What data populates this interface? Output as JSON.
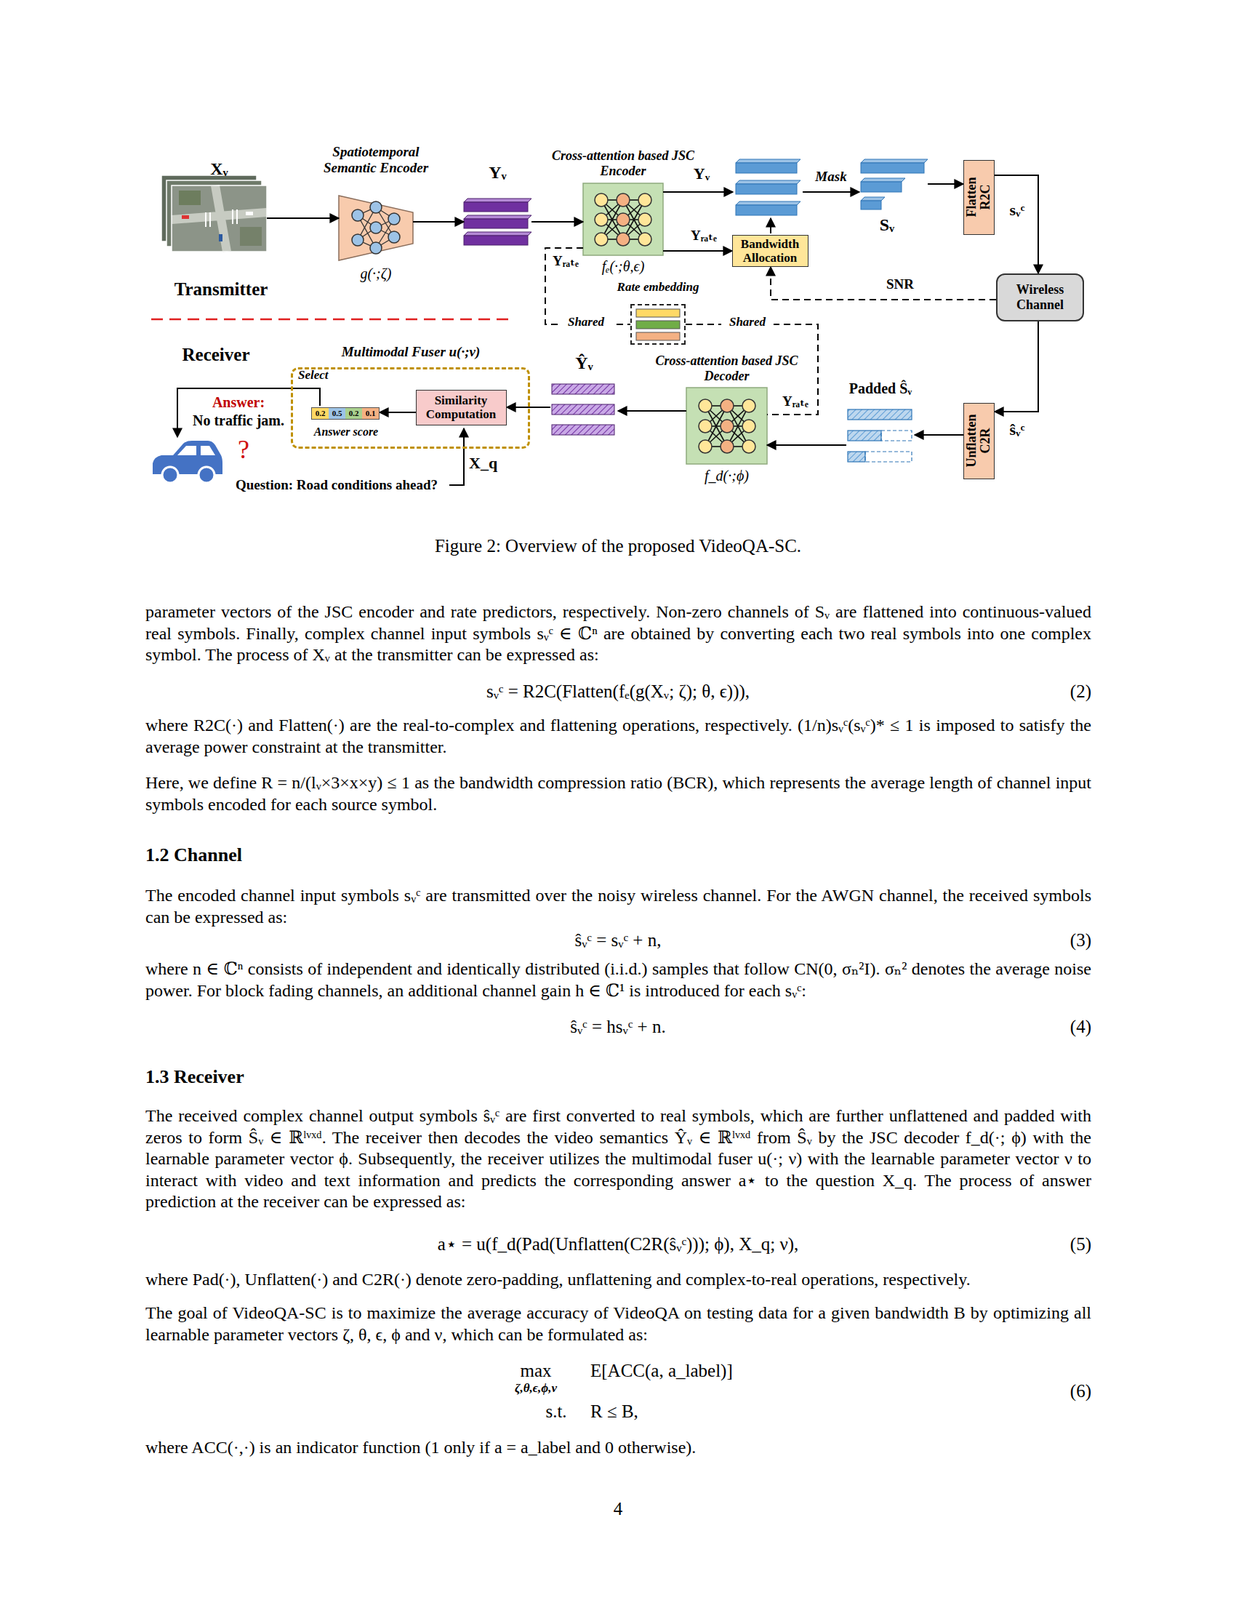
{
  "diagram": {
    "caption": "Figure 2: Overview of the proposed VideoQA-SC.",
    "nodes": [
      {
        "text": [
          "Xᵥ"
        ]
      },
      {
        "text": [
          "Spatiotemporal Semantic Encoder",
          "g(·;ζ)"
        ]
      },
      {
        "text": [
          "Yᵥ"
        ]
      },
      {
        "text": [
          "Cross-attention based JSC Encoder",
          "fₑ(·;θ,ϵ)"
        ]
      },
      {
        "text": [
          "Bandwidth Allocation"
        ]
      },
      {
        "text": [
          "Sᵥ"
        ]
      },
      {
        "text": [
          "Flatten R2C"
        ]
      },
      {
        "text": [
          "Wireless Channel"
        ]
      },
      {
        "text": [
          "Unflatten C2R"
        ]
      },
      {
        "text": [
          "Padded Ŝᵥ"
        ]
      },
      {
        "text": [
          "Cross-attention based JSC Decoder",
          "f_d(·;ϕ)"
        ]
      },
      {
        "text": [
          "Rate embedding"
        ]
      },
      {
        "text": [
          "Ŷᵥ"
        ]
      },
      {
        "text": [
          "Multimodal Fuser u(·;ν)"
        ]
      },
      {
        "text": [
          "Similarity Computation"
        ],
        "in": 13
      },
      {
        "text": [
          "0.2",
          "0.5",
          "0.2",
          "0.1",
          "Answer score"
        ],
        "in": 13
      }
    ],
    "edges": [
      {
        "from": 0,
        "to": 1,
        "arrow": "to"
      },
      {
        "from": 1,
        "to": 2,
        "arrow": "to"
      },
      {
        "from": 2,
        "to": 3,
        "arrow": "to"
      },
      {
        "from": 3,
        "to": 5,
        "label": "Mask",
        "arrow": "to"
      },
      {
        "from": 3,
        "to": 4,
        "label": "Yᵣₐₜₑ",
        "arrow": "to"
      },
      {
        "from": 5,
        "to": 6,
        "arrow": "to"
      },
      {
        "from": 6,
        "to": 7,
        "label": "sᵥᶜ",
        "arrow": "to"
      },
      {
        "from": 7,
        "to": 4,
        "label": "SNR",
        "arrow": "to"
      },
      {
        "from": 7,
        "to": 8,
        "label": "ŝᵥᶜ",
        "arrow": "to"
      },
      {
        "from": 8,
        "to": 9,
        "arrow": "to"
      },
      {
        "from": 9,
        "to": 10,
        "arrow": "to"
      },
      {
        "from": 3,
        "to": 11,
        "label": "Shared",
        "arrow": "none"
      },
      {
        "from": 11,
        "to": 10,
        "label": "Shared",
        "arrow": "none"
      },
      {
        "from": 10,
        "to": 12,
        "arrow": "to"
      },
      {
        "from": 12,
        "to": 14,
        "arrow": "to"
      },
      {
        "from": 14,
        "to": 15,
        "arrow": "to"
      }
    ],
    "labels": [
      "Transmitter",
      "Receiver",
      "Yᵥ",
      "Yᵣₐₜₑ",
      "Yᵣₐₜₑ",
      "Select",
      "Answer:",
      "No traffic jam.",
      "?",
      "X_q",
      "Question: Road conditions ahead?",
      "parameter vectors of the JSC encoder and rate predictors, respectively. Non-zero channels of Sᵥ are flattened into continuous-valued real symbols. Finally, complex channel input symbols sᵥᶜ ∈ ℂⁿ are obtained by converting each two real symbols into one complex symbol. The process of Xᵥ at the transmitter can be expressed as:",
      "sᵥᶜ = R2C(Flatten(fₑ(g(Xᵥ; ζ); θ, ϵ))),",
      "(2)",
      "where R2C(·) and Flatten(·) are the real-to-complex and flattening operations, respectively. (1/n)sᵥᶜ(sᵥᶜ)* ≤ 1 is imposed to satisfy the average power constraint at the transmitter.",
      "Here, we define R = n/(lᵥ×3×x×y) ≤ 1 as the bandwidth compression ratio (BCR), which represents the average length of channel input symbols encoded for each source symbol.",
      "1.2 Channel",
      "The encoded channel input symbols sᵥᶜ are transmitted over the noisy wireless channel. For the AWGN channel, the received symbols can be expressed as:",
      "ŝᵥᶜ = sᵥᶜ + n,",
      "(3)",
      "where n ∈ ℂⁿ consists of independent and identically distributed (i.i.d.) samples that follow CN(0, σₙ²I). σₙ² denotes the average noise power. For block fading channels, an additional channel gain h ∈ ℂ¹ is introduced for each sᵥᶜ:",
      "ŝᵥᶜ = hsᵥᶜ + n.",
      "(4)",
      "1.3 Receiver",
      "The received complex channel output symbols ŝᵥᶜ are first converted to real symbols, which are further unflattened and padded with zeros to form Ŝᵥ ∈ ℝˡᵛˣᵈ. The receiver then decodes the video semantics Ŷᵥ ∈ ℝˡᵛˣᵈ from Ŝᵥ by the JSC decoder f_d(·; ϕ) with the learnable parameter vector ϕ. Subsequently, the receiver utilizes the multimodal fuser u(·; ν) with the learnable parameter vector ν to interact with video and text information and predicts the corresponding answer a⋆ to the question X_q. The process of answer prediction at the receiver can be expressed as:",
      "a⋆ = u(f_d(Pad(Unflatten(C2R(ŝᵥᶜ))); ϕ), X_q; ν),",
      "(5)",
      "where Pad(·), Unflatten(·) and C2R(·) denote zero-padding, unflattening and complex-to-real operations, respectively.",
      "The goal of VideoQA-SC is to maximize the average accuracy of VideoQA on testing data for a given bandwidth B by optimizing all learnable parameter vectors ζ, θ, ϵ, ϕ and ν, which can be formulated as:",
      "max",
      "ζ,θ,ϵ,ϕ,ν",
      "E[ACC(a, a_label)]",
      "s.t.",
      "R ≤ B,",
      "(6)",
      "where ACC(·,·) is an indicator function (1 only if a = a_label and 0 otherwise).",
      "4"
    ]
  }
}
